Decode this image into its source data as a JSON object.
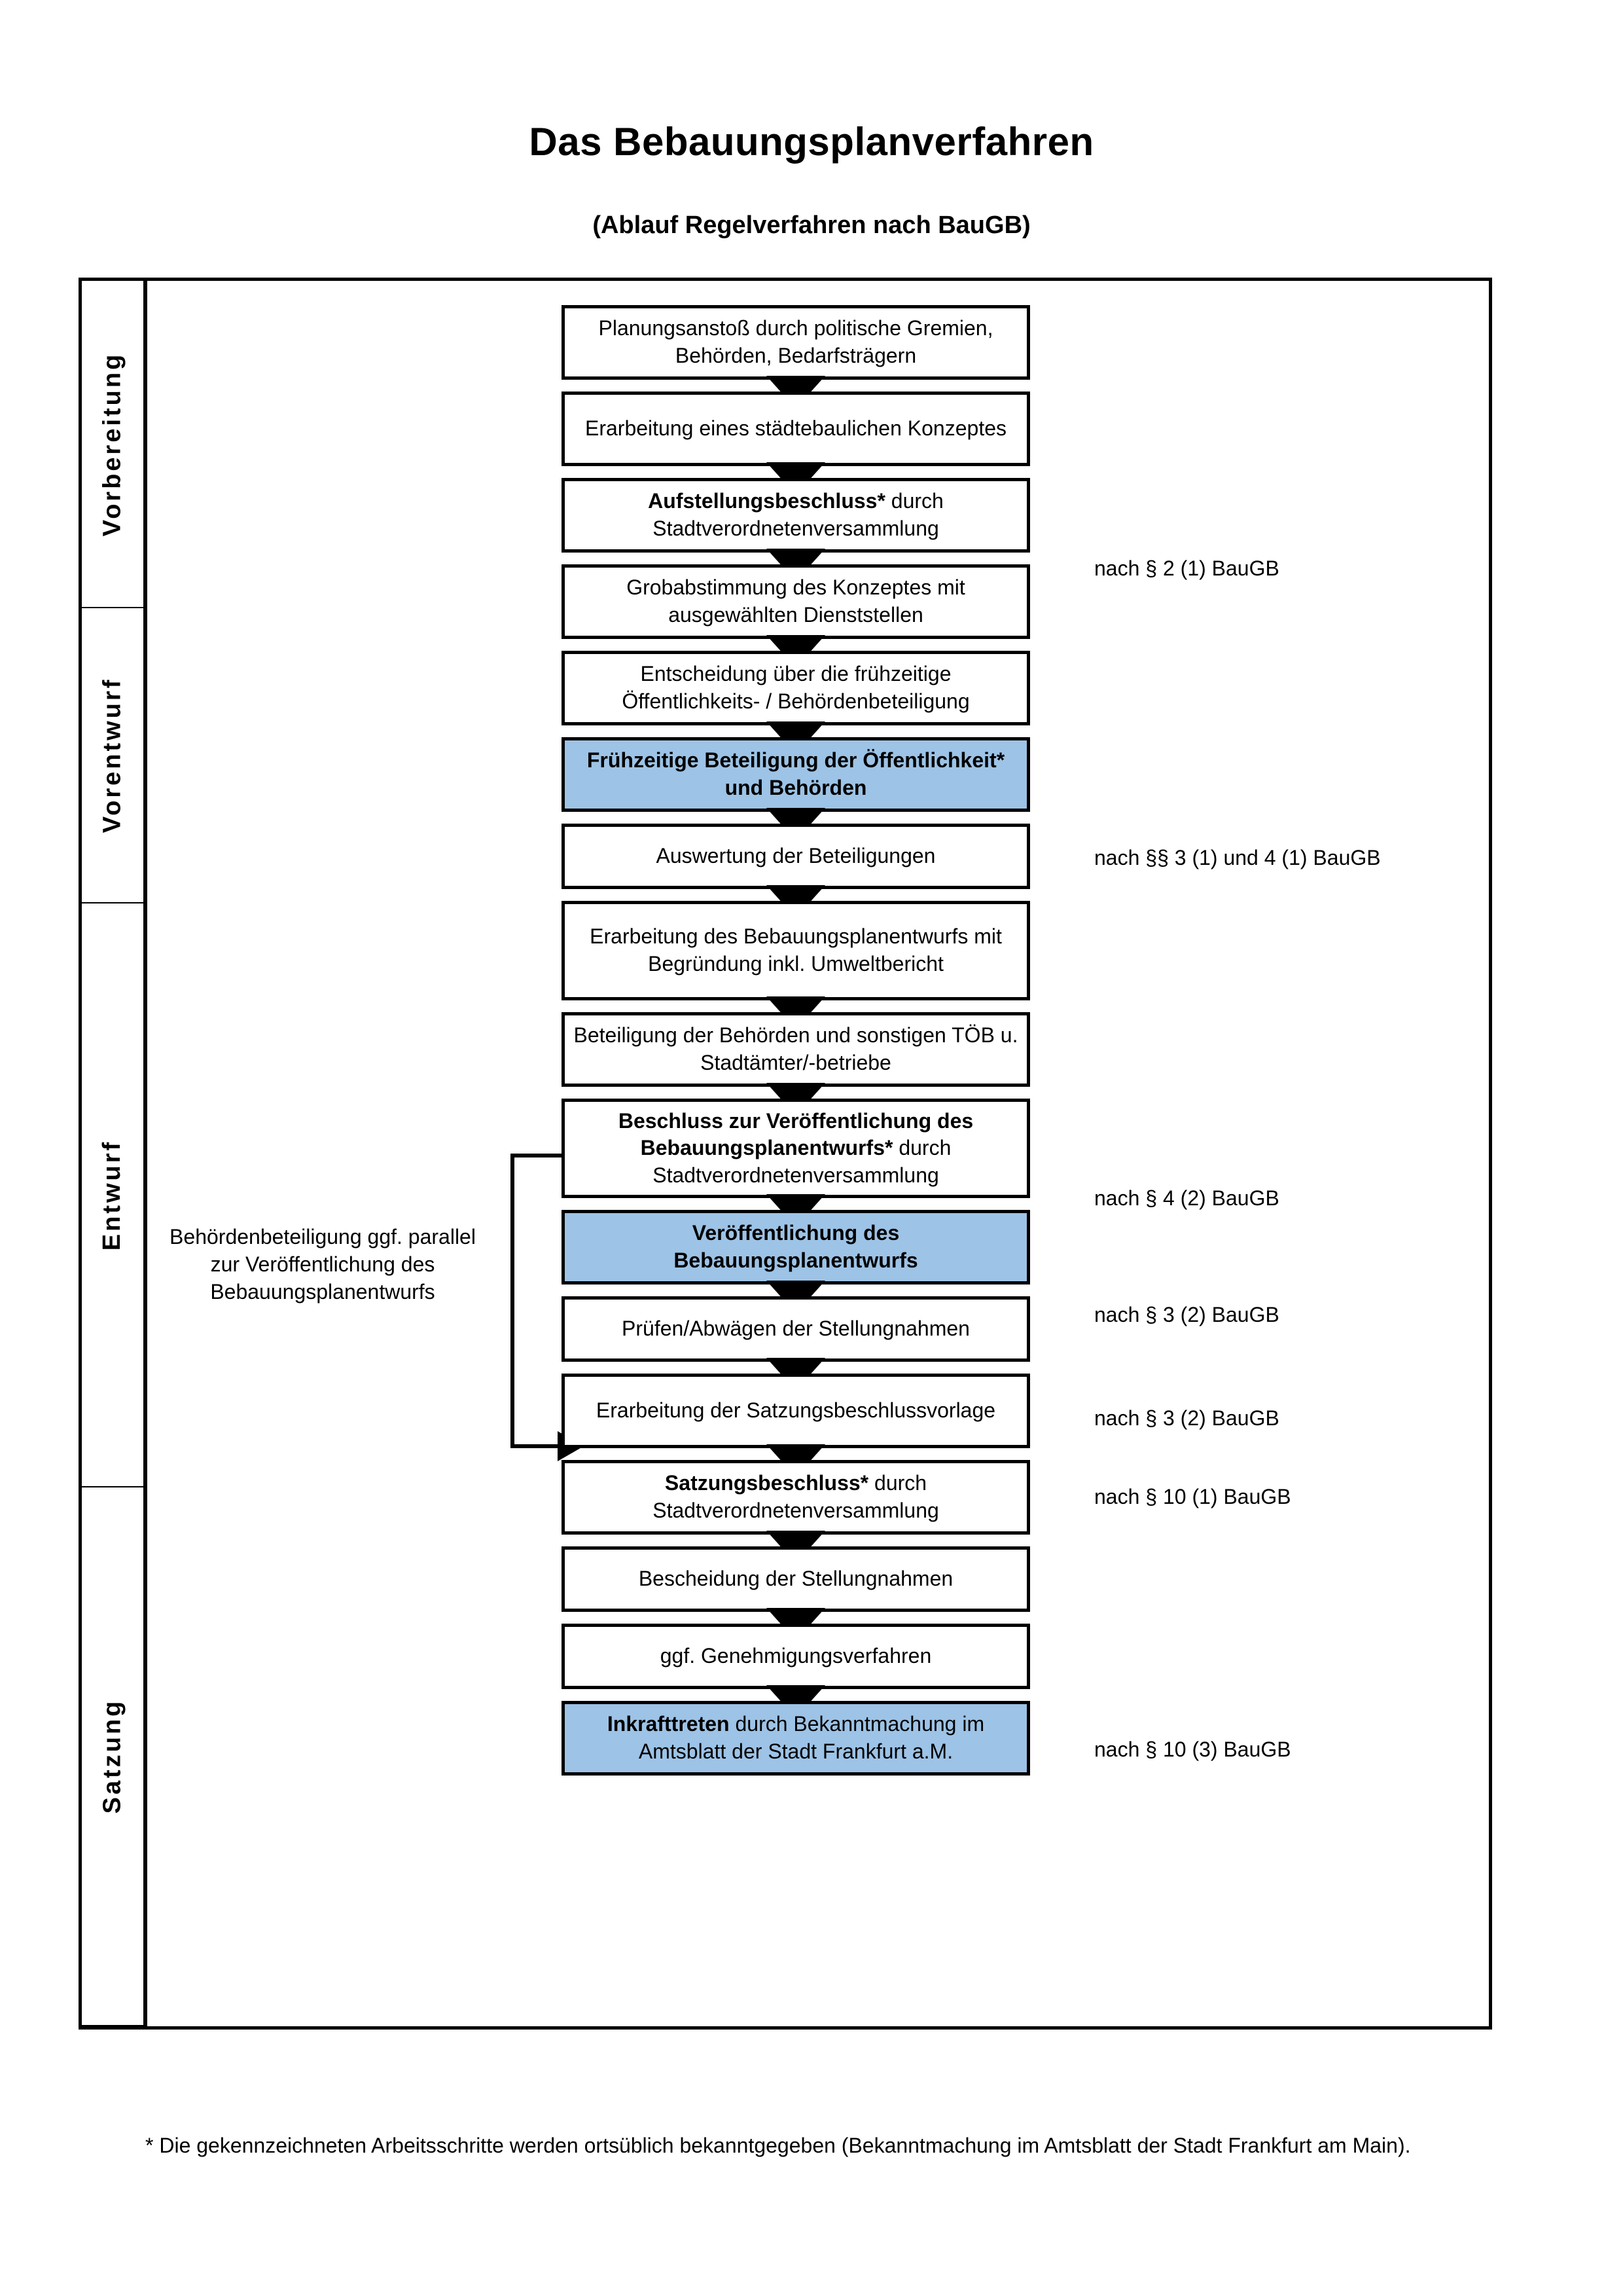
{
  "header": {
    "title": "Das Bebauungsplanverfahren",
    "subtitle": "(Ablauf Regelverfahren nach BauGB)"
  },
  "phases": [
    {
      "label": "Vorbereitung",
      "band_color": "#f1f1f1"
    },
    {
      "label": "Vorentwurf",
      "band_color": "#e5e5e5"
    },
    {
      "label": "Entwurf",
      "band_color": "#d6d6d6"
    },
    {
      "label": "Satzung",
      "band_color": "#bdbdbd"
    }
  ],
  "accent_color": "#9dc3e6",
  "side_note": "Behördenbeteiligung ggf. parallel zur Veröffentlichung des Bebauungsplanentwurfs",
  "steps": [
    {
      "id": "s1",
      "phase": "Vorbereitung",
      "text": "Planungsanstoß durch politische Gremien, Behörden, Bedarfsträgern",
      "highlight": false,
      "bold_prefix": ""
    },
    {
      "id": "s2",
      "phase": "Vorbereitung",
      "text": "Erarbeitung eines städtebaulichen Konzeptes",
      "highlight": false,
      "bold_prefix": ""
    },
    {
      "id": "s3",
      "phase": "Vorbereitung",
      "text": "durch Stadtverordnetenversammlung",
      "highlight": false,
      "bold_prefix": "Aufstellungsbeschluss*"
    },
    {
      "id": "s4",
      "phase": "Vorentwurf",
      "text": "Grobabstimmung des Konzeptes mit ausgewählten Dienststellen",
      "highlight": false,
      "bold_prefix": ""
    },
    {
      "id": "s5",
      "phase": "Vorentwurf",
      "text": "Entscheidung über die frühzeitige Öffentlichkeits- / Behördenbeteiligung",
      "highlight": false,
      "bold_prefix": ""
    },
    {
      "id": "s6",
      "phase": "Vorentwurf",
      "text": "",
      "highlight": true,
      "bold_prefix": "Frühzeitige Beteiligung der Öffentlichkeit* und Behörden"
    },
    {
      "id": "s7",
      "phase": "Entwurf",
      "text": "Auswertung der Beteiligungen",
      "highlight": false,
      "bold_prefix": ""
    },
    {
      "id": "s8",
      "phase": "Entwurf",
      "text": "Erarbeitung des Bebauungsplanentwurfs mit Begründung inkl. Umweltbericht",
      "highlight": false,
      "bold_prefix": ""
    },
    {
      "id": "s9",
      "phase": "Entwurf",
      "text": "Beteiligung der Behörden und sonstigen TÖB u. Stadtämter/-betriebe",
      "highlight": false,
      "bold_prefix": ""
    },
    {
      "id": "s10",
      "phase": "Entwurf",
      "text": "durch Stadtverordnetenversammlung",
      "highlight": false,
      "bold_prefix": "Beschluss zur Veröffentlichung des Bebauungsplanentwurfs*"
    },
    {
      "id": "s11",
      "phase": "Entwurf",
      "text": "",
      "highlight": true,
      "bold_prefix": "Veröffentlichung des Bebauungsplanentwurfs"
    },
    {
      "id": "s12",
      "phase": "Satzung",
      "text": "Prüfen/Abwägen der Stellungnahmen",
      "highlight": false,
      "bold_prefix": ""
    },
    {
      "id": "s13",
      "phase": "Satzung",
      "text": "Erarbeitung der Satzungsbeschlussvorlage",
      "highlight": false,
      "bold_prefix": ""
    },
    {
      "id": "s14",
      "phase": "Satzung",
      "text": "durch Stadtverordnetenversammlung",
      "highlight": false,
      "bold_prefix": "Satzungsbeschluss*"
    },
    {
      "id": "s15",
      "phase": "Satzung",
      "text": "Bescheidung der Stellungnahmen",
      "highlight": false,
      "bold_prefix": ""
    },
    {
      "id": "s16",
      "phase": "Satzung",
      "text": "ggf. Genehmigungsverfahren",
      "highlight": false,
      "bold_prefix": ""
    },
    {
      "id": "s17",
      "phase": "Satzung",
      "text": "durch Bekanntmachung im Amtsblatt der Stadt Frankfurt a.M.",
      "highlight": true,
      "bold_prefix": "Inkrafttreten"
    }
  ],
  "law_refs": [
    {
      "id": "r1",
      "text": "nach § 2 (1) BauGB"
    },
    {
      "id": "r2",
      "text": "nach §§ 3 (1) und 4 (1) BauGB"
    },
    {
      "id": "r3",
      "text": "nach § 4 (2) BauGB"
    },
    {
      "id": "r4",
      "text": "nach § 3 (2) BauGB"
    },
    {
      "id": "r5",
      "text": "nach § 3 (2) BauGB"
    },
    {
      "id": "r6",
      "text": "nach § 10 (1) BauGB"
    },
    {
      "id": "r7",
      "text": "nach § 10 (3) BauGB"
    }
  ],
  "footnote": "* Die gekennzeichneten Arbeitsschritte werden ortsüblich bekanntgegeben (Bekanntmachung im Amtsblatt  der Stadt Frankfurt am Main)."
}
